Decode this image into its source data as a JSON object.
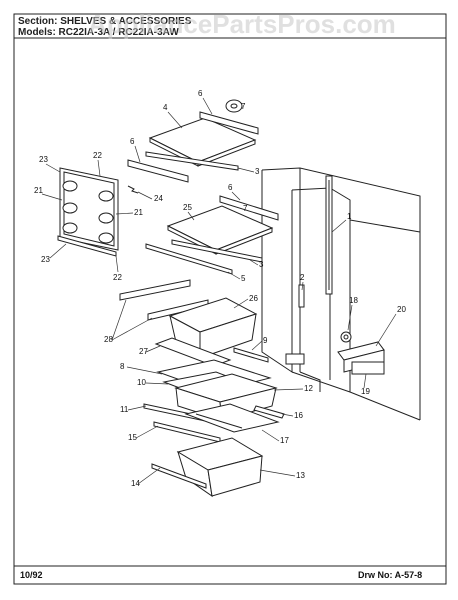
{
  "header": {
    "section_line": "Section: SHELVES & ACCESSORIES",
    "models_line": "Models: RC22IA-3A / RC22IA-3AW",
    "watermark": "AppliancePartsPros.com"
  },
  "callouts": [
    "1",
    "2",
    "3",
    "3",
    "4",
    "5",
    "6",
    "6",
    "6",
    "7",
    "7",
    "8",
    "9",
    "10",
    "11",
    "12",
    "13",
    "14",
    "15",
    "16",
    "17",
    "18",
    "19",
    "20",
    "21",
    "21",
    "22",
    "22",
    "23",
    "23",
    "24",
    "25",
    "26",
    "27",
    "28"
  ],
  "footer": {
    "date": "10/92",
    "drawing_number": "Drw No: A-57-8"
  }
}
